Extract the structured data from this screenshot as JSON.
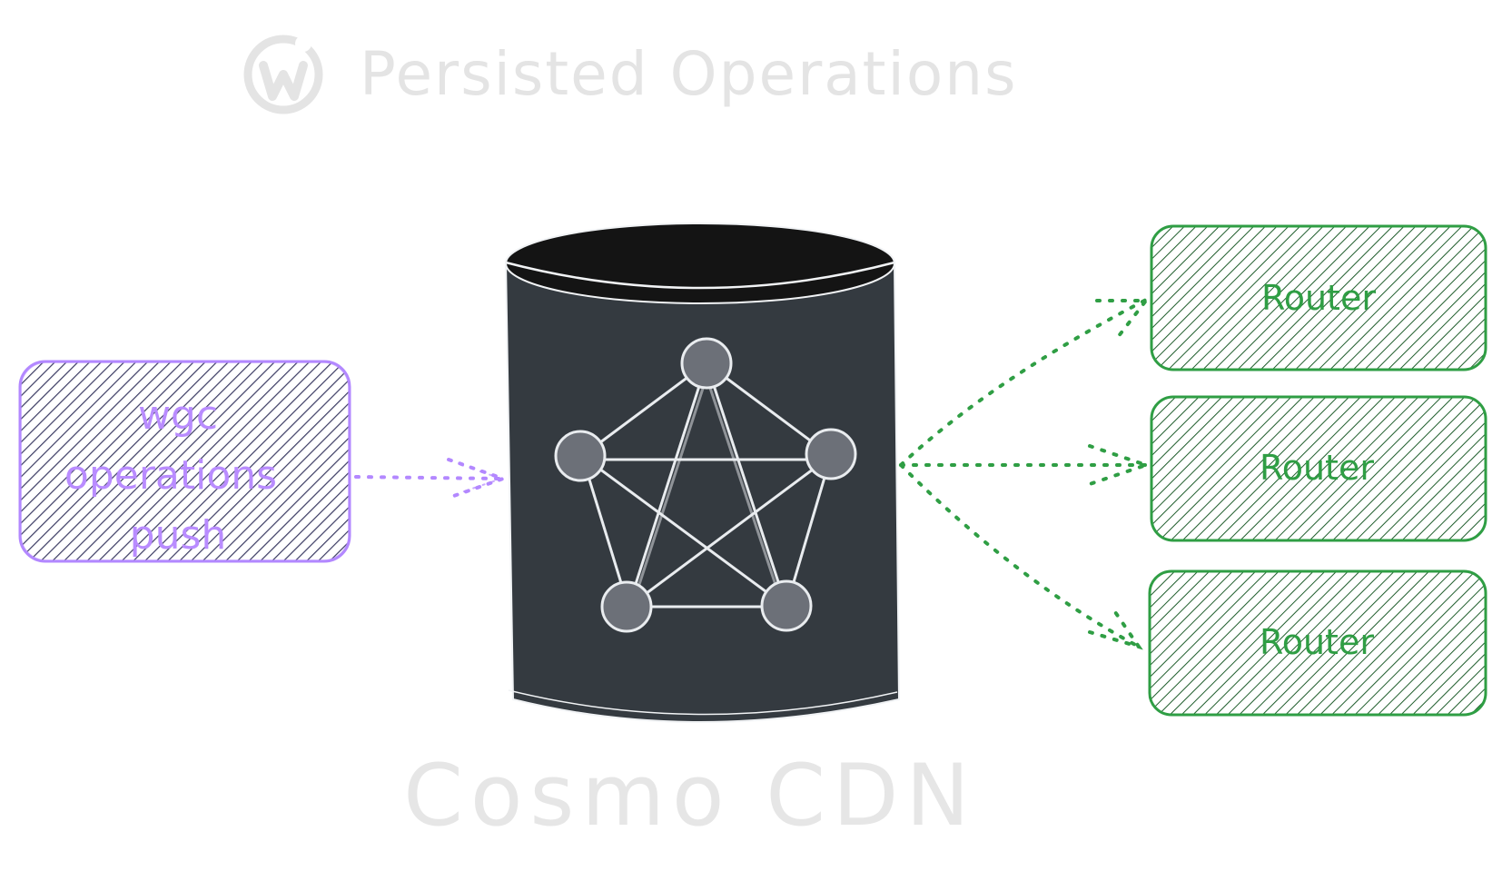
{
  "title": {
    "text": "Persisted Operations",
    "logo_icon": "wundergraph-logo-icon"
  },
  "source": {
    "lines": [
      "wgc",
      "operations",
      "push"
    ],
    "color": "#b388ff"
  },
  "storage": {
    "label": "Cosmo CDN",
    "icon": "graph-network-icon",
    "color": "#343a40"
  },
  "targets": [
    {
      "label": "Router"
    },
    {
      "label": "Router"
    },
    {
      "label": "Router"
    }
  ],
  "colors": {
    "push_stroke": "#b388ff",
    "router_stroke": "#2f9e44",
    "node_fill": "#6c7078",
    "node_stroke": "#e9ecef"
  }
}
